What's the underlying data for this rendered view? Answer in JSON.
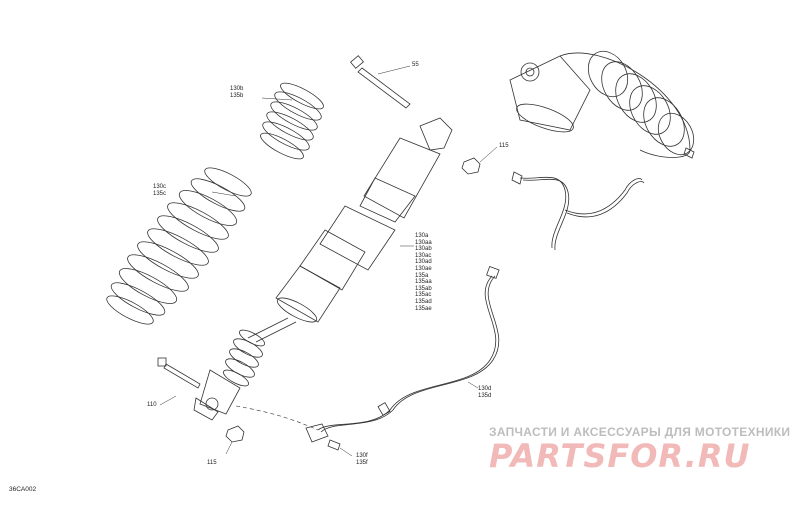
{
  "diagram_code": "36CA002",
  "watermark": {
    "tagline": "ЗАПЧАСТИ И АКСЕССУАРЫ ДЛЯ МОТОТЕХНИКИ",
    "logo": "PARTSFOR.RU"
  },
  "callouts": {
    "bolt_top": "55",
    "nut_top": "115",
    "spring_upper": "130b\n135b",
    "spring_lower": "130c\n135c",
    "shock_body": "130a\n130aa\n130ab\n130ac\n130ad\n130ae\n135a\n135aa\n135ab\n135ac\n135ad\n135ae",
    "cable": "130d\n135d",
    "bolt_bottom": "110",
    "nut_bottom": "115",
    "connector": "130f\n135f"
  }
}
